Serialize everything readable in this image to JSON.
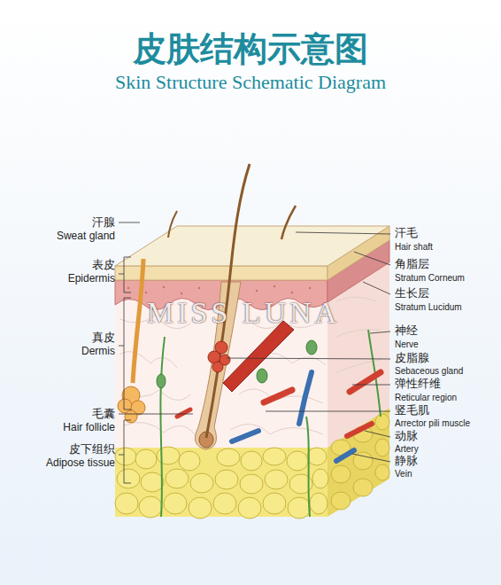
{
  "diagram": {
    "title": "皮肤结构示意图",
    "labels": [
      "Skin Structure Schematic Diagram",
      "汗腺",
      "Sweat gland",
      "表皮",
      "Epidermis",
      "真皮",
      "Dermis",
      "毛囊",
      "Hair follicle",
      "皮下组织",
      "Adipose tissue",
      "汗毛",
      "Hair shaft",
      "角脂层",
      "Stratum Corneum",
      "生长层",
      "Stratum Lucidum",
      "神经",
      "Nerve",
      "皮脂腺",
      "Sebaceous gland",
      "弹性纤维",
      "Reticular region",
      "竖毛肌",
      "Arrector pili muscle",
      "动脉",
      "Artery",
      "静脉",
      "Vein",
      "MISS LUNA"
    ]
  }
}
